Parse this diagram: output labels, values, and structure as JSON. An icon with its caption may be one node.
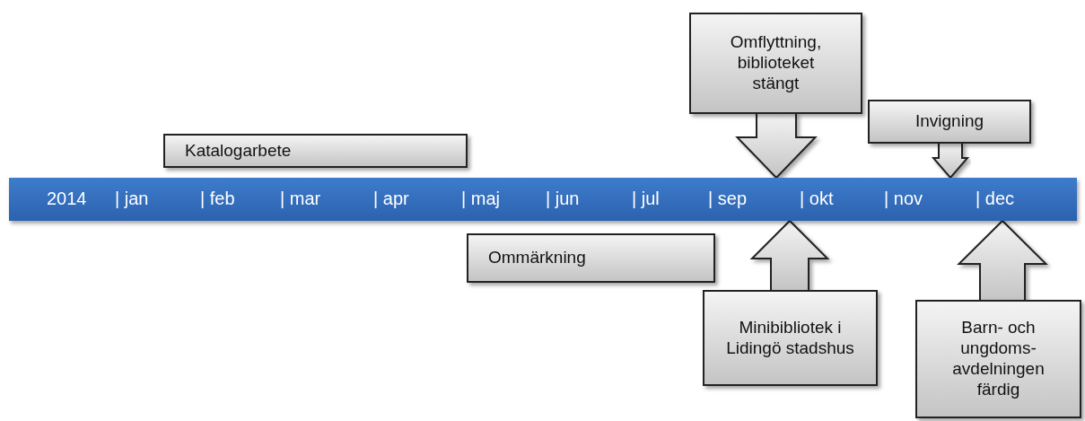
{
  "diagram": {
    "nodes": [
      {
        "text": [
          "Omflyttning, biblioteket stängt"
        ]
      },
      {
        "text": [
          "Invigning"
        ]
      },
      {
        "text": [
          "Katalogarbete"
        ]
      },
      {
        "text": [
          "2014",
          "| jan",
          "| feb",
          "| mar",
          "| apr",
          "| maj",
          "| jun",
          "| jul",
          "| sep",
          "| okt",
          "| nov",
          "| dec"
        ]
      },
      {
        "text": [
          "Ommärkning"
        ]
      },
      {
        "text": [
          "Minibibliotek i Lidingö stadshus"
        ]
      },
      {
        "text": [
          "Barn- och ungdoms- avdelningen färdig"
        ]
      }
    ],
    "edges": [
      {
        "from": 0,
        "to": 3,
        "arrow": "to"
      },
      {
        "from": 1,
        "to": 3,
        "arrow": "to"
      },
      {
        "from": 5,
        "to": 3,
        "arrow": "to"
      },
      {
        "from": 6,
        "to": 3,
        "arrow": "to"
      }
    ]
  }
}
